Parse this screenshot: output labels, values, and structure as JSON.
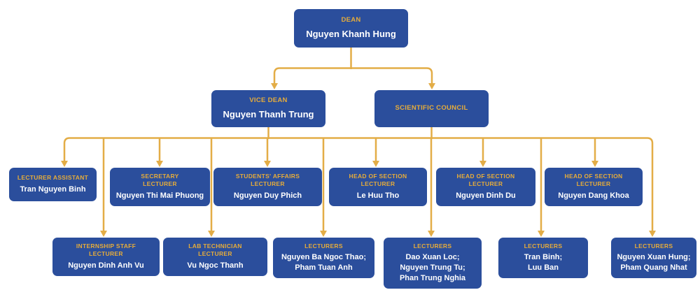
{
  "colors": {
    "box_blue": "#2B4E9C",
    "title_gold": "#E6AC3A",
    "connector_gold": "#E3AD47",
    "name_text": "#FFFFFF",
    "background": "#FFFFFF"
  },
  "org": {
    "level1": [
      {
        "title_lines": [
          "DEAN"
        ],
        "name_lines": [
          "Nguyen Khanh Hung"
        ]
      }
    ],
    "level2": [
      {
        "title_lines": [
          "VICE DEAN"
        ],
        "name_lines": [
          "Nguyen Thanh Trung"
        ]
      },
      {
        "title_lines": [
          "SCIENTIFIC COUNCIL"
        ],
        "name_lines": []
      }
    ],
    "level3": [
      {
        "title_lines": [
          "LECTURER ASSISTANT"
        ],
        "name_lines": [
          "Tran Nguyen Binh"
        ]
      },
      {
        "title_lines": [
          "SECRETARY",
          "LECTURER"
        ],
        "name_lines": [
          "Nguyen Thi Mai Phuong"
        ]
      },
      {
        "title_lines": [
          "STUDENTS' AFFAIRS",
          "LECTURER"
        ],
        "name_lines": [
          "Nguyen Duy Phich"
        ]
      },
      {
        "title_lines": [
          "HEAD OF SECTION",
          "LECTURER"
        ],
        "name_lines": [
          "Le Huu Tho"
        ]
      },
      {
        "title_lines": [
          "HEAD OF SECTION",
          "LECTURER"
        ],
        "name_lines": [
          "Nguyen Dinh Du"
        ]
      },
      {
        "title_lines": [
          "HEAD OF SECTION",
          "LECTURER"
        ],
        "name_lines": [
          "Nguyen Dang Khoa"
        ]
      }
    ],
    "level4": [
      {
        "title_lines": [
          "INTERNSHIP STAFF",
          "LECTURER"
        ],
        "name_lines": [
          "Nguyen Dinh Anh Vu"
        ]
      },
      {
        "title_lines": [
          "LAB TECHNICIAN",
          "LECTURER"
        ],
        "name_lines": [
          "Vu Ngoc Thanh"
        ]
      },
      {
        "title_lines": [
          "LECTURERS"
        ],
        "name_lines": [
          "Nguyen Ba Ngoc Thao;",
          "Pham Tuan Anh"
        ]
      },
      {
        "title_lines": [
          "LECTURERS"
        ],
        "name_lines": [
          "Dao Xuan Loc;",
          "Nguyen Trung Tu;",
          "Phan Trung Nghia"
        ]
      },
      {
        "title_lines": [
          "LECTURERS"
        ],
        "name_lines": [
          "Tran Binh;",
          "Luu Ban"
        ]
      },
      {
        "title_lines": [
          "LECTURERS"
        ],
        "name_lines": [
          "Nguyen Xuan Hung;",
          "Pham Quang Nhat"
        ]
      }
    ]
  }
}
